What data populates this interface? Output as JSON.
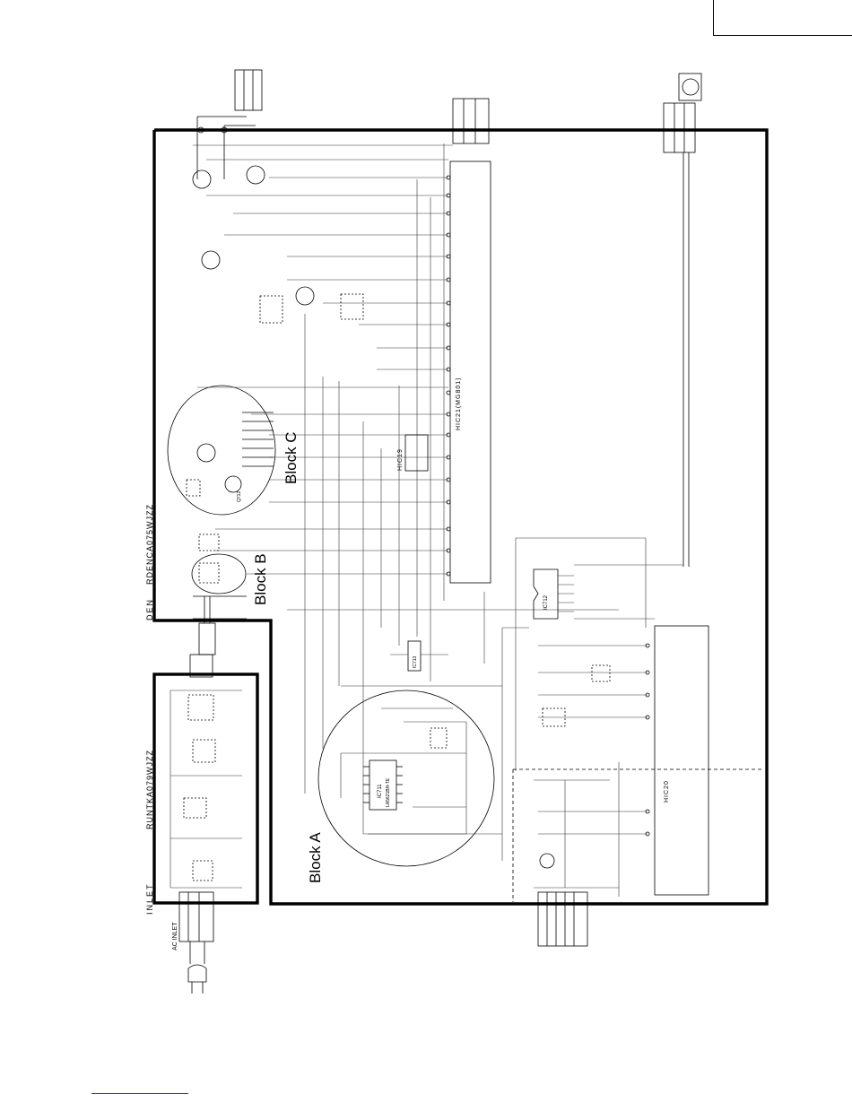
{
  "sheet": {
    "rotated_labels": {
      "inlet": "INLET",
      "run_board": "RUNTKA079WJZZ",
      "den": "DEN",
      "den_board": "RDENCA075WJZZ",
      "ac_inlet": "AC INLET",
      "hic21": "HIC21(MG801)",
      "hic19": "HIC19",
      "hic20": "HIC20"
    },
    "block_labels": {
      "a": "Block A",
      "b": "Block B",
      "c": "Block C"
    },
    "ic_labels": {
      "ic711": "IC711",
      "ic711_part": "LA5621BH-TE",
      "ic712": "IC712",
      "ic713": "IC713",
      "q712": "Q712"
    }
  }
}
